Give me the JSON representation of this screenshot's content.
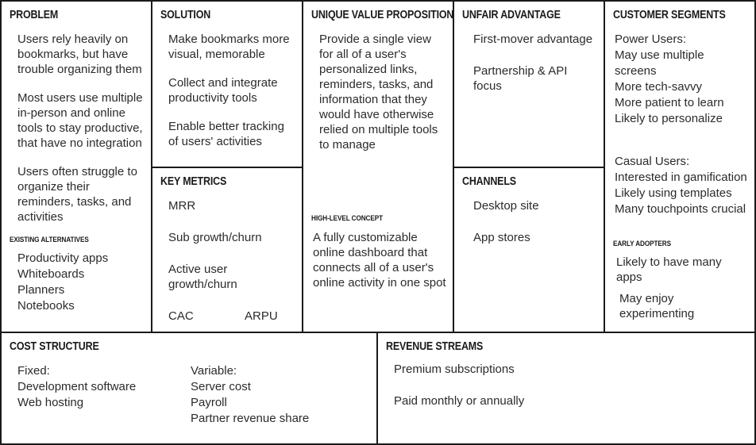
{
  "canvas": {
    "type": "lean-canvas",
    "colors": {
      "border": "#1a1a1a",
      "text": "#2b2b2b",
      "heading": "#1a1a1a",
      "background": "#ffffff"
    }
  },
  "problem": {
    "title": "PROBLEM",
    "items": [
      "Users rely heavily on bookmarks, but have trouble organizing them",
      "Most users use multiple in-person and online tools to stay productive, that have no integration",
      "Users often struggle to organize their reminders, tasks, and activities"
    ],
    "subsection": {
      "title": "EXISTING ALTERNATIVES",
      "items": [
        "Productivity apps",
        "Whiteboards",
        "Planners",
        "Notebooks"
      ]
    }
  },
  "solution": {
    "title": "SOLUTION",
    "items": [
      "Make bookmarks more visual, memorable",
      "Collect and integrate productivity tools",
      "Enable better tracking of users' activities"
    ]
  },
  "key_metrics": {
    "title": "KEY METRICS",
    "items": [
      "MRR",
      "Sub growth/churn",
      "Active user growth/churn"
    ],
    "footer_left": "CAC",
    "footer_right": "ARPU"
  },
  "unique_value_proposition": {
    "title": "UNIQUE VALUE PROPOSITION",
    "statement": "Provide a single view for all of a user's personalized links, reminders, tasks, and information that they would have otherwise relied on multiple tools to manage",
    "subsection": {
      "title": "HIGH-LEVEL CONCEPT",
      "statement": "A fully customizable online dashboard that connects all of a user's online activity in one spot"
    }
  },
  "unfair_advantage": {
    "title": "UNFAIR ADVANTAGE",
    "items": [
      "First-mover advantage",
      "Partnership & API focus"
    ]
  },
  "channels": {
    "title": "CHANNELS",
    "items": [
      "Desktop site",
      "App stores"
    ]
  },
  "customer_segments": {
    "title": "CUSTOMER SEGMENTS",
    "groups": [
      {
        "label": "Power Users:",
        "items": [
          "May use multiple screens",
          "More tech-savvy",
          "More patient to learn",
          "Likely to personalize"
        ]
      },
      {
        "label": "Casual Users:",
        "items": [
          "Interested in gamification",
          "Likely using templates",
          "Many touchpoints crucial"
        ]
      }
    ],
    "subsection": {
      "title": "EARLY ADOPTERS",
      "items": [
        "Likely to have many apps",
        "May enjoy experimenting"
      ]
    }
  },
  "cost_structure": {
    "title": "COST STRUCTURE",
    "fixed": {
      "label": "Fixed:",
      "items": [
        "Development software",
        "Web hosting"
      ]
    },
    "variable": {
      "label": "Variable:",
      "items": [
        "Server cost",
        "Payroll",
        "Partner revenue share"
      ]
    }
  },
  "revenue_streams": {
    "title": "REVENUE STREAMS",
    "items": [
      "Premium subscriptions",
      "Paid monthly or annually"
    ]
  }
}
